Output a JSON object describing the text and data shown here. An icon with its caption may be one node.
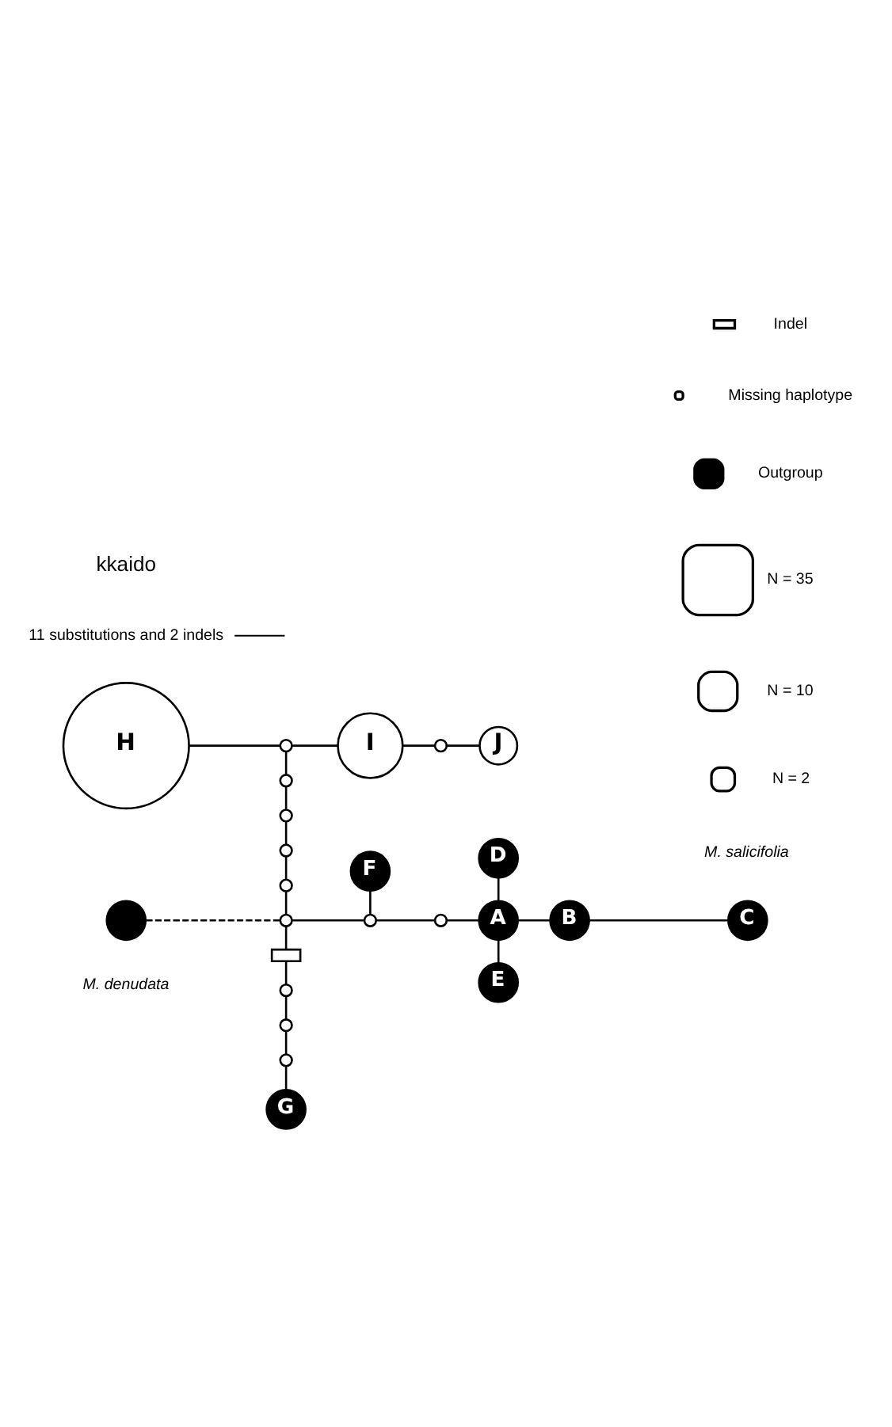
{
  "diagram": {
    "nodes": [
      {
        "text": [
          "H"
        ]
      },
      {
        "text": [],
        "shape": "circle"
      },
      {
        "text": [
          "I"
        ]
      },
      {
        "text": [],
        "shape": "circle"
      },
      {
        "text": [
          "J"
        ]
      },
      {
        "text": [],
        "shape": "circle"
      },
      {
        "text": [],
        "shape": "circle"
      },
      {
        "text": [],
        "shape": "circle"
      },
      {
        "text": [],
        "shape": "circle"
      },
      {
        "text": [],
        "shape": "circle",
        "beside": [
          "M. denudata"
        ]
      },
      {
        "text": [],
        "shape": "circle"
      },
      {
        "text": [
          "F"
        ]
      },
      {
        "text": [],
        "shape": "circle"
      },
      {
        "text": [],
        "shape": "circle"
      },
      {
        "text": [
          "D"
        ]
      },
      {
        "text": [
          "A"
        ]
      },
      {
        "text": [
          "B"
        ]
      },
      {
        "text": [
          "C"
        ]
      },
      {
        "text": [
          "E"
        ]
      },
      {
        "text": [],
        "shape": "box"
      },
      {
        "text": [],
        "shape": "circle"
      },
      {
        "text": [],
        "shape": "circle"
      },
      {
        "text": [],
        "shape": "circle"
      },
      {
        "text": [
          "G"
        ]
      },
      {
        "text": [
          "11 substitutions and 2 indels"
        ]
      }
    ],
    "edges": [
      {
        "from": 0,
        "to": 1,
        "arrow": "none"
      },
      {
        "from": 1,
        "to": 2,
        "arrow": "none"
      },
      {
        "from": 2,
        "to": 3,
        "arrow": "none"
      },
      {
        "from": 3,
        "to": 4,
        "arrow": "none"
      },
      {
        "from": 1,
        "to": 5,
        "arrow": "none"
      },
      {
        "from": 5,
        "to": 6,
        "arrow": "none"
      },
      {
        "from": 6,
        "to": 7,
        "arrow": "none"
      },
      {
        "from": 7,
        "to": 8,
        "arrow": "none"
      },
      {
        "from": 8,
        "to": 10,
        "arrow": "none"
      },
      {
        "from": 9,
        "to": 10,
        "arrow": "none",
        "style": "dashed"
      },
      {
        "from": 10,
        "to": 12,
        "arrow": "none"
      },
      {
        "from": 11,
        "to": 12,
        "arrow": "none"
      },
      {
        "from": 12,
        "to": 13,
        "arrow": "none"
      },
      {
        "from": 13,
        "to": 15,
        "arrow": "none"
      },
      {
        "from": 14,
        "to": 15,
        "arrow": "none"
      },
      {
        "from": 15,
        "to": 16,
        "arrow": "none"
      },
      {
        "from": 16,
        "to": 17,
        "arrow": "none"
      },
      {
        "from": 15,
        "to": 18,
        "arrow": "none"
      },
      {
        "from": 10,
        "to": 19,
        "arrow": "none"
      },
      {
        "from": 19,
        "to": 20,
        "arrow": "none"
      },
      {
        "from": 20,
        "to": 21,
        "arrow": "none"
      },
      {
        "from": 21,
        "to": 22,
        "arrow": "none"
      },
      {
        "from": 22,
        "to": 23,
        "arrow": "none"
      },
      {
        "from": 24,
        "to": null,
        "arrow": "none"
      }
    ],
    "labels": [
      "kkaido",
      "M. salicifolia"
    ],
    "legend": [
      {
        "text": "Indel"
      },
      {
        "text": "Missing haplotype"
      },
      {
        "text": "Outgroup"
      },
      {
        "text": "N = 35"
      },
      {
        "text": "N = 10"
      },
      {
        "text": "N = 2"
      }
    ]
  }
}
